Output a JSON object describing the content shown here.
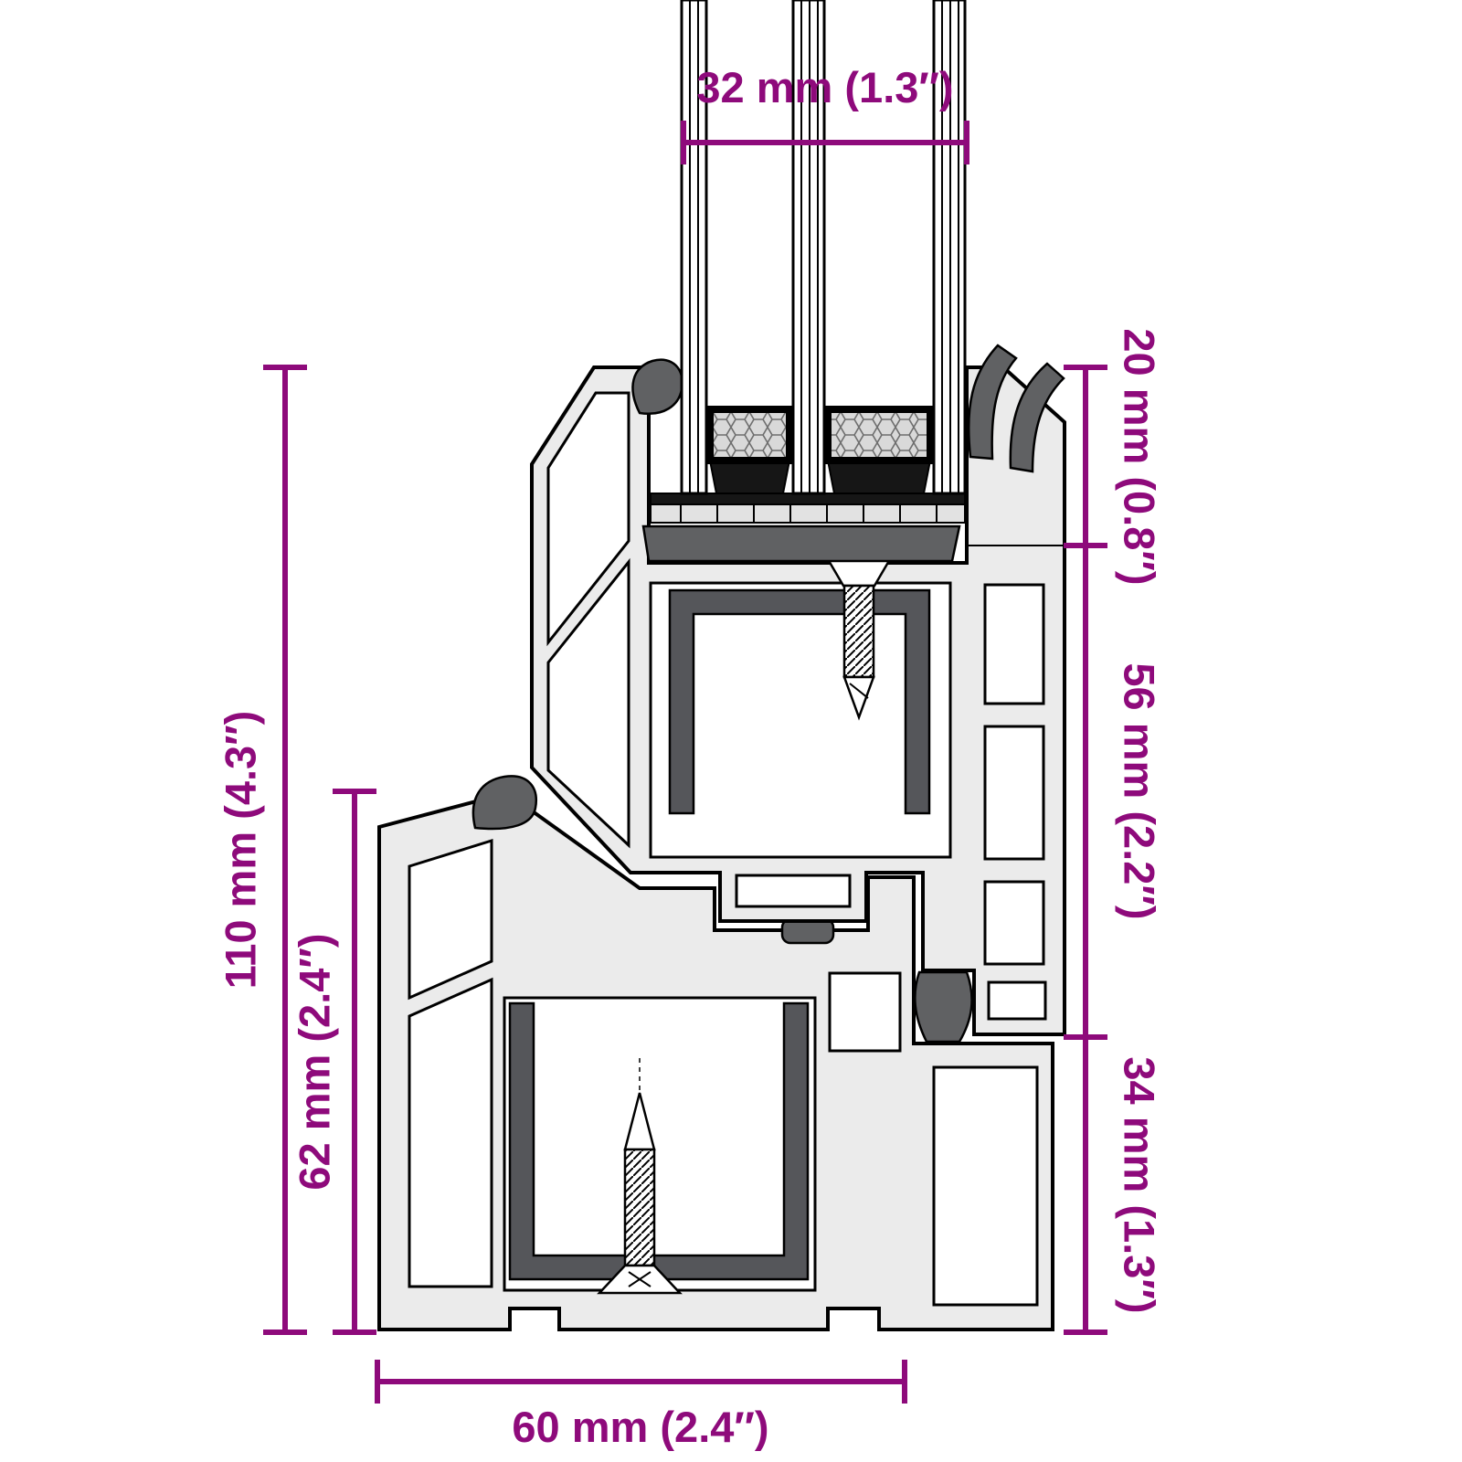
{
  "figure_type": "technical-cross-section",
  "subject": "uPVC window sash and frame profile with triple glazing",
  "colors": {
    "dimension": "#8E0A7B",
    "outline": "#000000",
    "profile": "#EBEBEB",
    "steel": "#55565A",
    "gasket": "#606163"
  },
  "dimensions": {
    "glazing_width": {
      "label": "32 mm (1.3″)",
      "position": "top",
      "orientation": "horizontal"
    },
    "right_top": {
      "label": "20 mm (0.8″)",
      "position": "right",
      "orientation": "vertical"
    },
    "right_middle": {
      "label": "56 mm (2.2″)",
      "position": "right",
      "orientation": "vertical"
    },
    "right_bottom": {
      "label": "34 mm (1.3″)",
      "position": "right",
      "orientation": "vertical"
    },
    "overall_height": {
      "label": "110 mm (4.3″)",
      "position": "left",
      "orientation": "vertical"
    },
    "frame_height": {
      "label": "62 mm (2.4″)",
      "position": "left",
      "orientation": "vertical"
    },
    "frame_depth": {
      "label": "60 mm (2.4″)",
      "position": "bottom",
      "orientation": "horizontal"
    }
  }
}
